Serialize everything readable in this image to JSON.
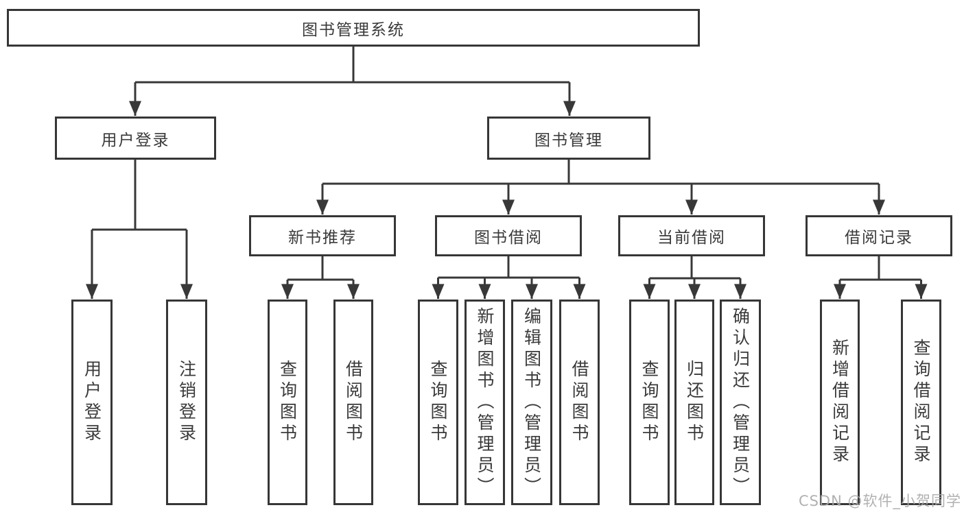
{
  "colors": {
    "line": "#383838",
    "box_border": "#363636",
    "text": "#3a3a3a",
    "watermark": "#a8a8a8"
  },
  "watermark": {
    "text": "CSDN @软件_小贺同学"
  },
  "tree": {
    "label": "图书管理系统",
    "children": [
      {
        "label": "用户登录",
        "children": [
          {
            "label": "用户登录"
          },
          {
            "label": "注销登录"
          }
        ]
      },
      {
        "label": "图书管理",
        "children": [
          {
            "label": "新书推荐",
            "children": [
              {
                "label": "查询图书"
              },
              {
                "label": "借阅图书"
              }
            ]
          },
          {
            "label": "图书借阅",
            "children": [
              {
                "label": "查询图书"
              },
              {
                "label": "新增图书（管理员）"
              },
              {
                "label": "编辑图书（管理员）"
              },
              {
                "label": "借阅图书"
              }
            ]
          },
          {
            "label": "当前借阅",
            "children": [
              {
                "label": "查询图书"
              },
              {
                "label": "归还图书"
              },
              {
                "label": "确认归还（管理员）"
              }
            ]
          },
          {
            "label": "借阅记录",
            "children": [
              {
                "label": "新增借阅记录"
              },
              {
                "label": "查询借阅记录"
              }
            ]
          }
        ]
      }
    ]
  }
}
